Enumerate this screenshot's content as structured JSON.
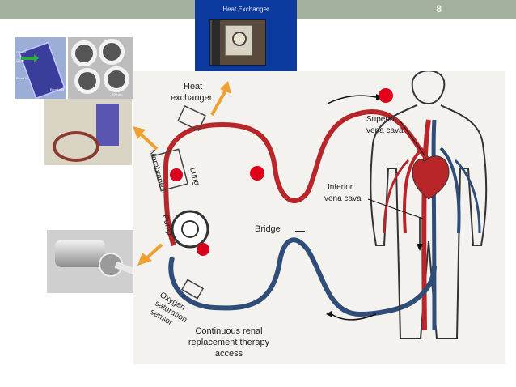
{
  "slide": {
    "number": "8"
  },
  "heat_exchanger_photo": {
    "title": "Heat Exchanger"
  },
  "diagram_labels": {
    "heat_exchanger": "Heat\nexchanger",
    "membrane": "Membrane",
    "lung": "Lung",
    "pump": "Pump",
    "bridge": "Bridge",
    "oxygen_sensor": "Oxygen\nsaturation\nsensor",
    "crrt": "Continuous renal\nreplacement therapy\naccess",
    "svc": "Superior\nvena cava",
    "ivc": "Inferior\nvena cava"
  },
  "photo_insets": {
    "oxy_labels": [
      "O2 out",
      "O2 in",
      "Blood in",
      "Blood out",
      "200 µm"
    ]
  },
  "colors": {
    "header": "#a3b09e",
    "accent_arrow": "#f0a030",
    "red_dot": "#e0001a",
    "blood_red": "#c0392b",
    "blood_blue": "#2c4a74"
  }
}
